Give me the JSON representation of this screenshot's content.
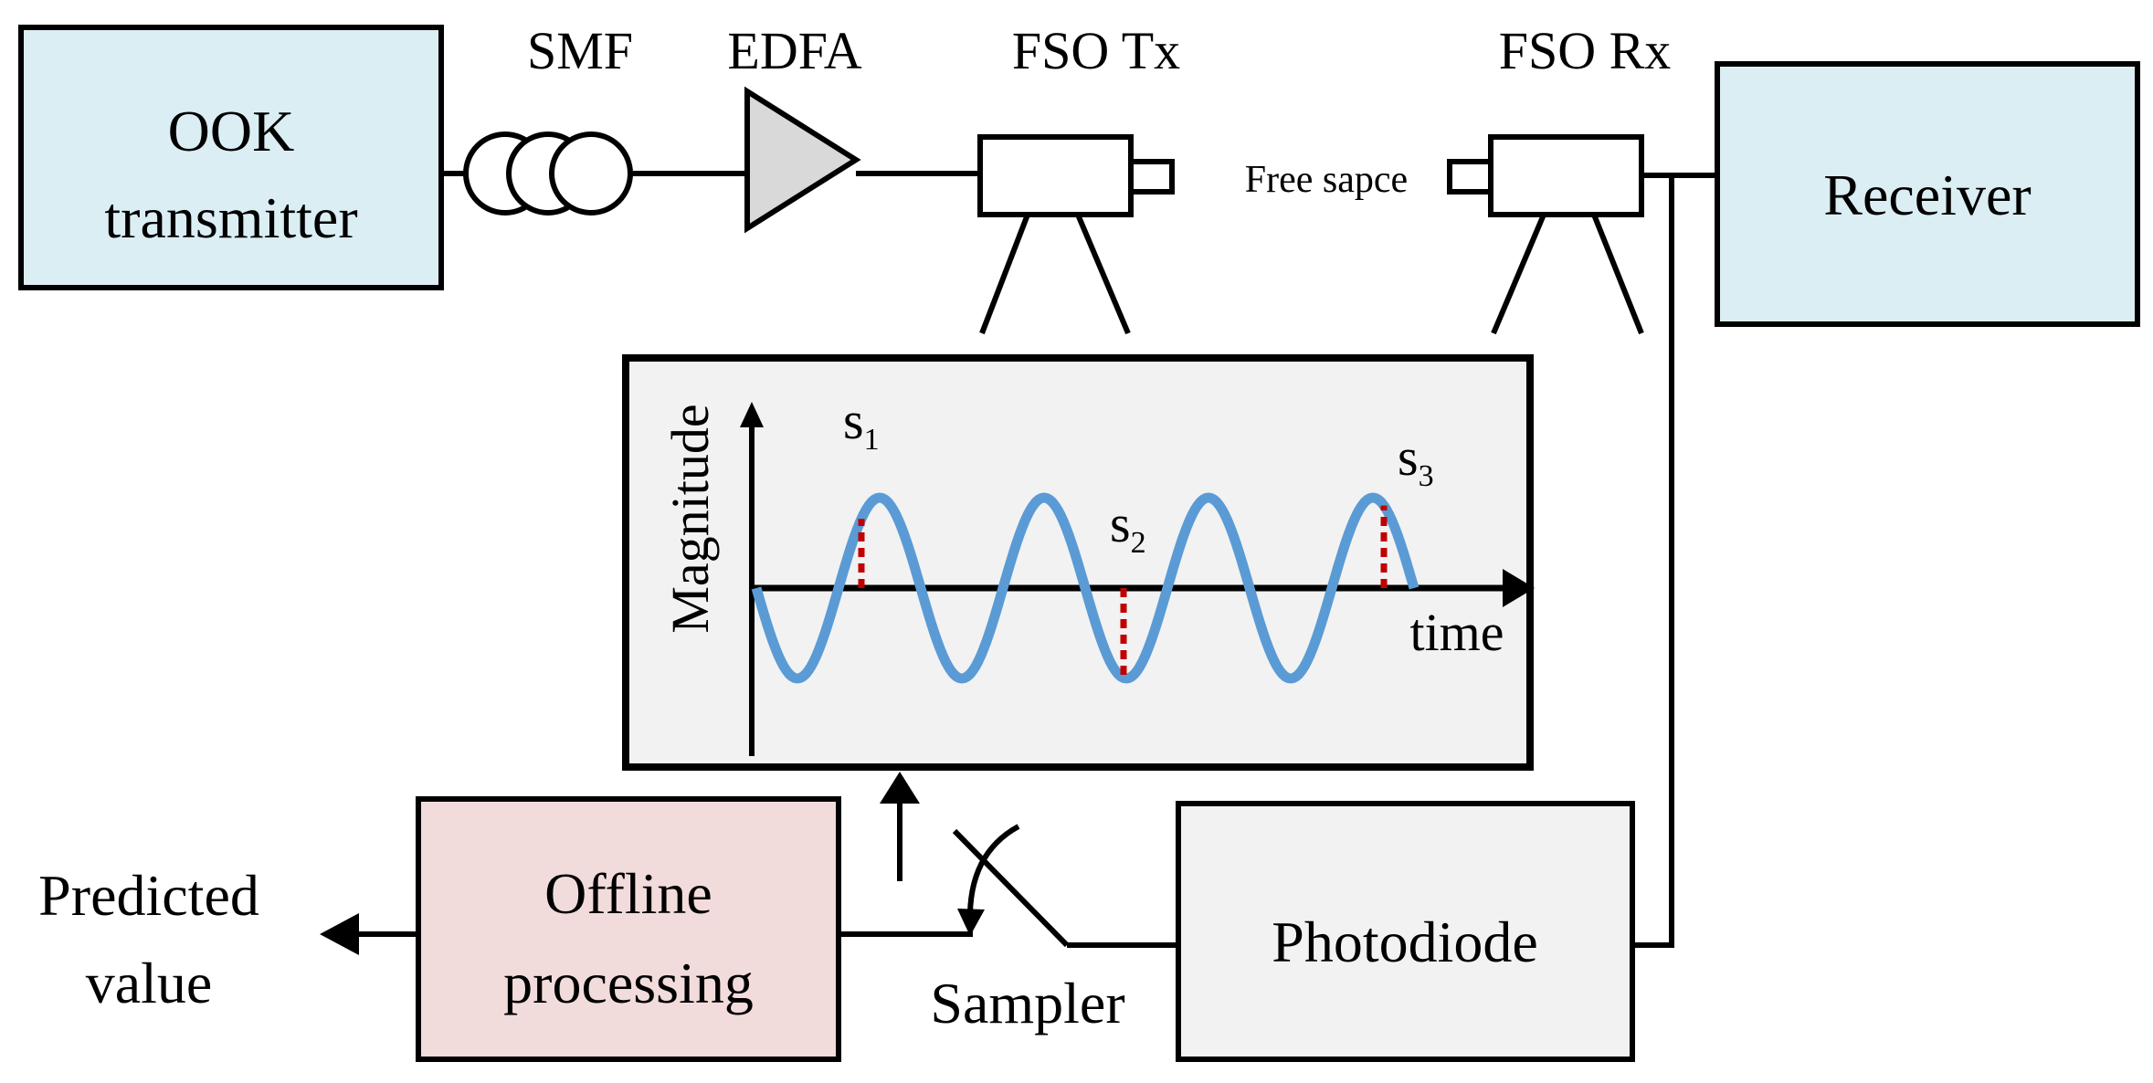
{
  "colors": {
    "transmitter_fill": "#dbeef4",
    "receiver_fill": "#dbeef4",
    "offline_fill": "#f2dcdb",
    "photodiode_fill": "#f2f2f2",
    "scope_fill": "#f2f2f2",
    "edfa_fill": "#d9d9d9",
    "wave": "#5b9bd5",
    "sample_marker": "#c00000",
    "line": "#000000"
  },
  "labels": {
    "smf": "SMF",
    "edfa": "EDFA",
    "fso_tx": "FSO Tx",
    "fso_rx": "FSO Rx",
    "free_space": "Free sapce",
    "transmitter_line1": "OOK",
    "transmitter_line2": "transmitter",
    "receiver": "Receiver",
    "photodiode": "Photodiode",
    "offline_line1": "Offline",
    "offline_line2": "processing",
    "sampler": "Sampler",
    "output_line1": "Predicted",
    "output_line2": "value"
  },
  "scope": {
    "y_axis_label": "Magnitude",
    "x_axis_label": "time",
    "samples": [
      {
        "letter": "s",
        "index": "1"
      },
      {
        "letter": "s",
        "index": "2"
      },
      {
        "letter": "s",
        "index": "3"
      }
    ]
  },
  "icons": {
    "fiber": "fiber-coil-icon",
    "amplifier": "amplifier-triangle-icon",
    "tx_head": "fso-transmitter-tripod-icon",
    "rx_head": "fso-receiver-tripod-icon",
    "switch": "sampler-switch-icon"
  }
}
